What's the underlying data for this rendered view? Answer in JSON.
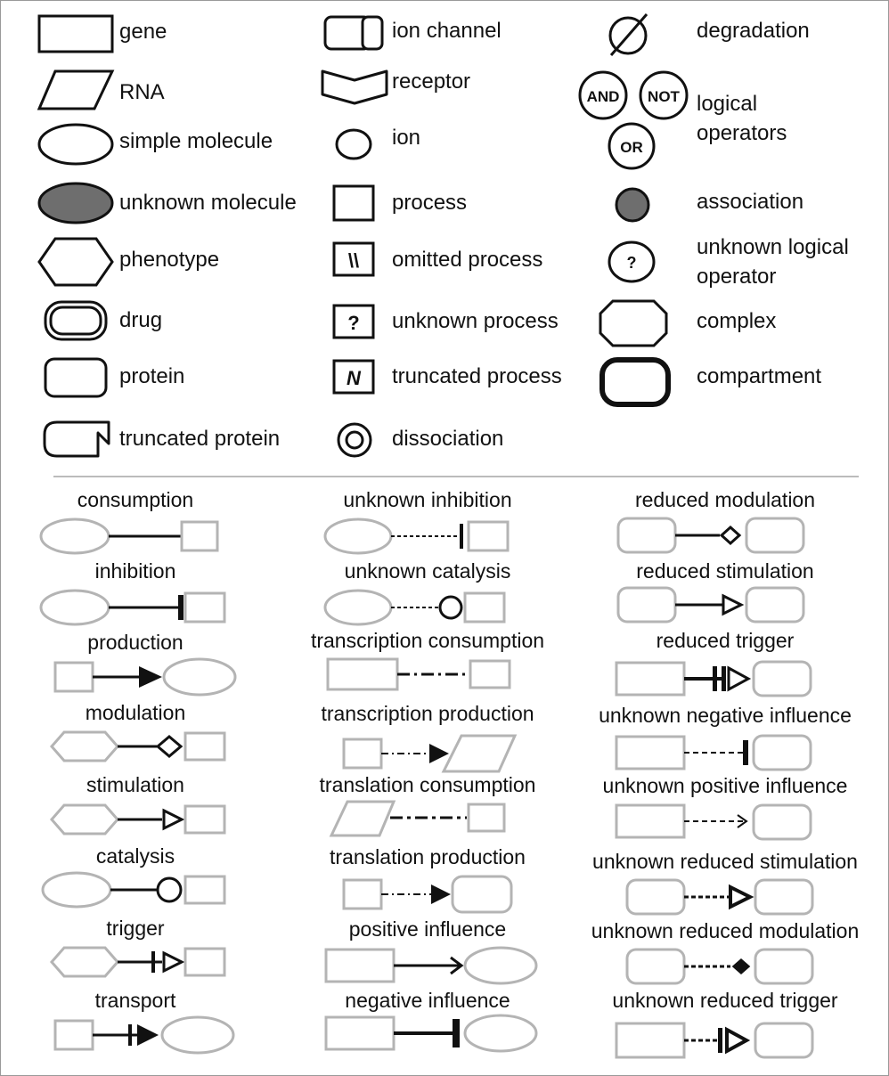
{
  "glyphs": {
    "AND": "AND",
    "NOT": "NOT",
    "OR": "OR",
    "question": "?",
    "omitted": "\\\\",
    "truncated": "N"
  },
  "nodes": {
    "gene": "gene",
    "rna": "RNA",
    "simple_molecule": "simple molecule",
    "unknown_molecule": "unknown molecule",
    "phenotype": "phenotype",
    "drug": "drug",
    "protein": "protein",
    "truncated_protein": "truncated protein",
    "ion_channel": "ion channel",
    "receptor": "receptor",
    "ion": "ion",
    "process": "process",
    "omitted_process": "omitted process",
    "unknown_process": "unknown process",
    "truncated_process": "truncated process",
    "dissociation": "dissociation",
    "degradation": "degradation",
    "logical_operators_1": "logical",
    "logical_operators_2": "operators",
    "association": "association",
    "unknown_logical_operator_1": "unknown logical",
    "unknown_logical_operator_2": "operator",
    "complex": "complex",
    "compartment": "compartment"
  },
  "edges": {
    "consumption": "consumption",
    "inhibition": "inhibition",
    "production": "production",
    "modulation": "modulation",
    "stimulation": "stimulation",
    "catalysis": "catalysis",
    "trigger": "trigger",
    "transport": "transport",
    "unknown_inhibition": "unknown inhibition",
    "unknown_catalysis": "unknown catalysis",
    "transcription_consumption": "transcription consumption",
    "transcription_production": "transcription production",
    "translation_consumption": "translation consumption",
    "translation_production": "translation production",
    "positive_influence": "positive influence",
    "negative_influence": "negative influence",
    "reduced_modulation": "reduced modulation",
    "reduced_stimulation": "reduced stimulation",
    "reduced_trigger": "reduced trigger",
    "unknown_negative_influence": "unknown negative influence",
    "unknown_positive_influence": "unknown positive influence",
    "unknown_reduced_stimulation": "unknown reduced stimulation",
    "unknown_reduced_modulation": "unknown reduced modulation",
    "unknown_reduced_trigger": "unknown reduced trigger"
  },
  "colors": {
    "stroke": "#111111",
    "gray_outline": "#b4b4b4",
    "unknown_fill": "#6e6e6e",
    "divider": "#bbbbbb"
  }
}
